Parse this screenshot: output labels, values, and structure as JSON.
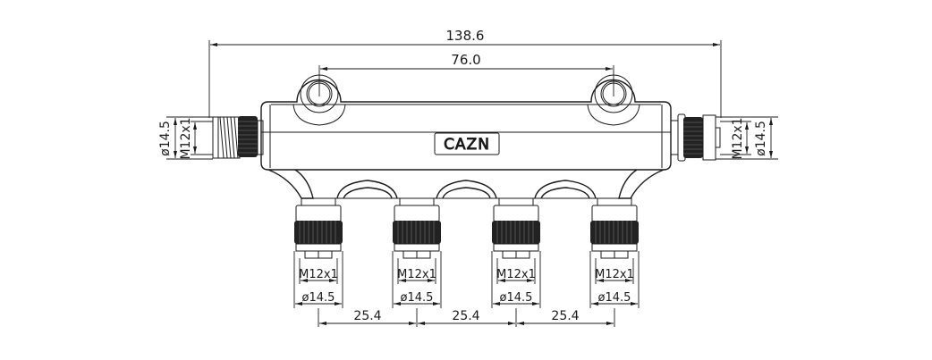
{
  "drawing": {
    "brand_logo": "CAZN",
    "dimensions": {
      "overall_length": "138.6",
      "mount_hole_spacing": "76.0",
      "port_pitch": [
        "25.4",
        "25.4",
        "25.4"
      ]
    },
    "left_port": {
      "thread": "M12x1",
      "diameter": "ø14.5",
      "type": "male"
    },
    "right_port": {
      "thread": "M12x1",
      "diameter": "ø14.5",
      "type": "female"
    },
    "bottom_ports": [
      {
        "thread": "M12x1",
        "diameter": "ø14.5"
      },
      {
        "thread": "M12x1",
        "diameter": "ø14.5"
      },
      {
        "thread": "M12x1",
        "diameter": "ø14.5"
      },
      {
        "thread": "M12x1",
        "diameter": "ø14.5"
      }
    ],
    "colors": {
      "line": "#1a1a1a",
      "background": "#ffffff"
    }
  }
}
